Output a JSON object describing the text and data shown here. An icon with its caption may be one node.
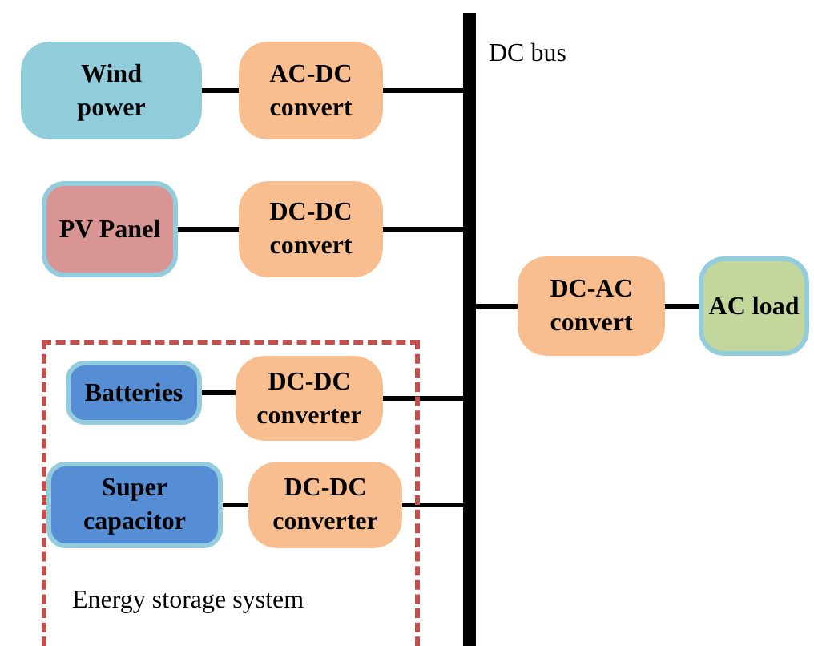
{
  "diagram": {
    "nodes": [
      {
        "text": [
          "Wind power"
        ]
      },
      {
        "text": [
          "AC-DC convert"
        ]
      },
      {
        "text": [
          "PV Panel"
        ]
      },
      {
        "text": [
          "DC-DC convert"
        ]
      },
      {
        "text": [
          "DC bus"
        ]
      },
      {
        "text": [
          "DC-AC convert"
        ]
      },
      {
        "text": [
          "AC load"
        ]
      },
      {
        "text": [
          "Energy storage system"
        ]
      },
      {
        "text": [
          "Batteries"
        ],
        "in": 7
      },
      {
        "text": [
          "DC-DC converter"
        ],
        "in": 7
      },
      {
        "text": [
          "Super capacitor"
        ],
        "in": 7
      },
      {
        "text": [
          "DC-DC converter"
        ],
        "in": 7
      }
    ],
    "edges": [
      {
        "from": 0,
        "to": 1,
        "arrow": "none"
      },
      {
        "from": 1,
        "to": 4,
        "arrow": "none"
      },
      {
        "from": 2,
        "to": 3,
        "arrow": "none"
      },
      {
        "from": 3,
        "to": 4,
        "arrow": "none"
      },
      {
        "from": 4,
        "to": 5,
        "arrow": "none"
      },
      {
        "from": 5,
        "to": 6,
        "arrow": "none"
      },
      {
        "from": 8,
        "to": 9,
        "arrow": "none"
      },
      {
        "from": 9,
        "to": 4,
        "arrow": "none"
      },
      {
        "from": 10,
        "to": 11,
        "arrow": "none"
      },
      {
        "from": 11,
        "to": 4,
        "arrow": "none"
      }
    ]
  }
}
